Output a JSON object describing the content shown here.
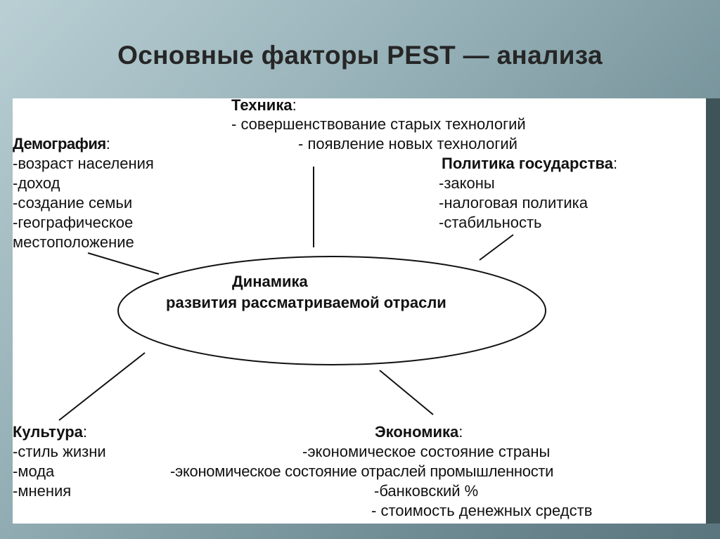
{
  "title": "Основные факторы PEST — анализа",
  "tech": {
    "heading": "Техника",
    "items": [
      "- совершенствование старых технологий",
      "- появление новых технологий"
    ]
  },
  "demo": {
    "heading": "Демография",
    "items": [
      "-возраст населения",
      "-доход",
      "-создание семьи",
      "-географическое",
      "местоположение"
    ]
  },
  "politics": {
    "heading": "Политика государства",
    "items": [
      "-законы",
      "-налоговая политика",
      "-стабильность"
    ]
  },
  "center": {
    "line1": "Динамика",
    "line2": "развития рассматриваемой отрасли"
  },
  "culture": {
    "heading": "Культура",
    "items": [
      "-стиль жизни",
      "-мода",
      "-мнения"
    ]
  },
  "economy": {
    "heading": "Экономика",
    "items": [
      "-экономическое состояние страны",
      "-экономическое состояние отраслей промышленности",
      "-банковский %",
      "- стоимость денежных средств"
    ]
  },
  "colon": ":"
}
